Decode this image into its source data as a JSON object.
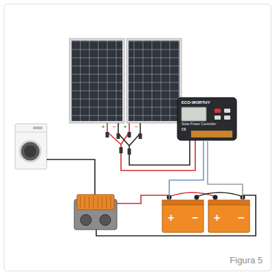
{
  "diagram": {
    "caption": "Figura 5",
    "nodes": [
      {
        "text": [
          "ECO-WORTHY",
          "Solar Power Controller",
          "CE"
        ]
      },
      {
        "text": [
          "+",
          "−"
        ]
      },
      {
        "text": [
          "+",
          "−"
        ]
      }
    ],
    "edges": [
      {
        "from": 0,
        "to": 1,
        "arrow": "none"
      },
      {
        "from": 0,
        "to": 2,
        "arrow": "none"
      }
    ],
    "labels": [
      "+",
      "−",
      "+",
      "−"
    ]
  }
}
